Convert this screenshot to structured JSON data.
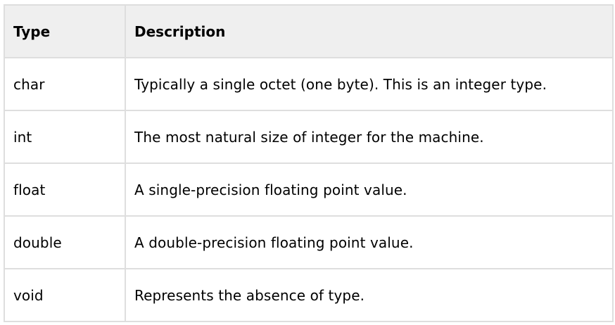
{
  "table": {
    "headers": [
      "Type",
      "Description"
    ],
    "rows": [
      [
        "char",
        "Typically a single octet (one byte). This is an integer type."
      ],
      [
        "int",
        "The most natural size of integer for the machine."
      ],
      [
        "float",
        "A single-precision floating point value."
      ],
      [
        "double",
        "A double-precision floating point value."
      ],
      [
        "void",
        "Represents the absence of type."
      ]
    ]
  },
  "colors": {
    "header_background": "#efefef",
    "border": "#dedede",
    "text": "#000000"
  }
}
